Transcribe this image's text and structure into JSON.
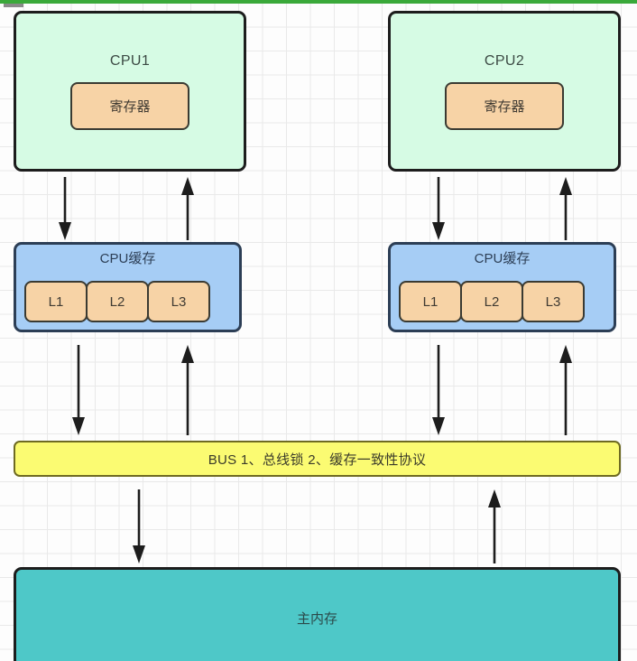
{
  "diagram": {
    "title_rule_color": "#3aa93a",
    "colors": {
      "cpu_fill": "#d6fbe4",
      "register_fill": "#f7d3a6",
      "cache_fill": "#a6cdf5",
      "bus_fill": "#fbfb72",
      "memory_fill": "#4ec8c8",
      "arrow": "#1d1d1d"
    },
    "cpus": [
      {
        "label": "CPU1",
        "register_label": "寄存器"
      },
      {
        "label": "CPU2",
        "register_label": "寄存器"
      }
    ],
    "caches": [
      {
        "label": "CPU缓存",
        "levels": [
          "L1",
          "L2",
          "L3"
        ]
      },
      {
        "label": "CPU缓存",
        "levels": [
          "L1",
          "L2",
          "L3"
        ]
      }
    ],
    "bus": {
      "label": "BUS 1、总线锁 2、缓存一致性协议"
    },
    "memory": {
      "label": "主内存"
    },
    "arrows": [
      {
        "name": "cpu1-to-cache1",
        "direction": "down"
      },
      {
        "name": "cache1-to-cpu1",
        "direction": "up"
      },
      {
        "name": "cpu2-to-cache2",
        "direction": "down"
      },
      {
        "name": "cache2-to-cpu2",
        "direction": "up"
      },
      {
        "name": "cache1-to-bus",
        "direction": "down"
      },
      {
        "name": "bus-to-cache1",
        "direction": "up"
      },
      {
        "name": "cache2-to-bus",
        "direction": "down"
      },
      {
        "name": "bus-to-cache2",
        "direction": "up"
      },
      {
        "name": "bus-to-memory",
        "direction": "down"
      },
      {
        "name": "memory-to-bus",
        "direction": "up"
      }
    ]
  }
}
